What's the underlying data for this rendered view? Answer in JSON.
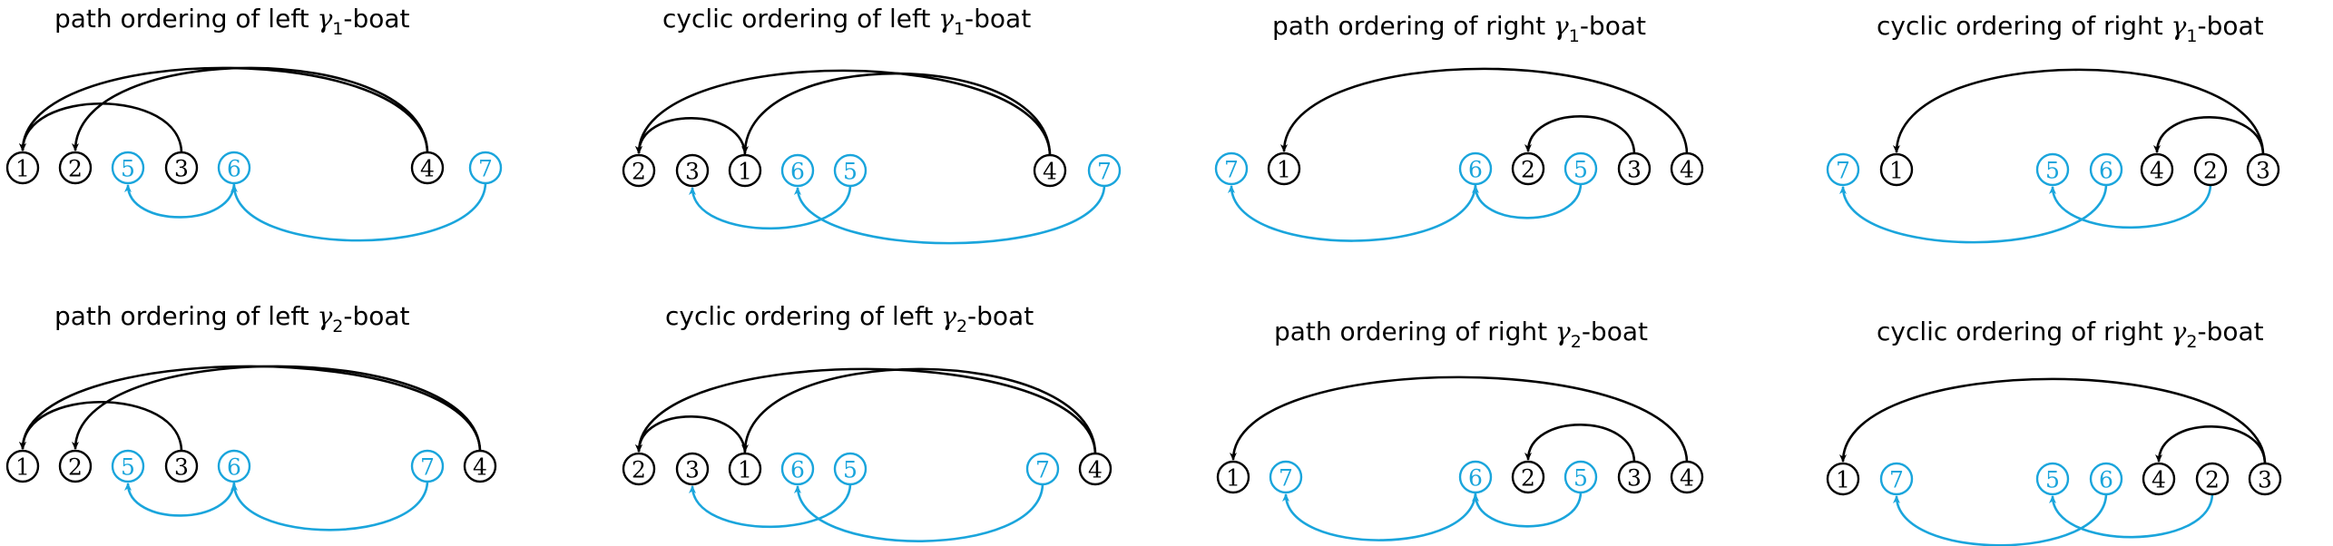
{
  "colors": {
    "black": "#000000",
    "blue": "#1aa5dc"
  },
  "panels": [
    {
      "title": {
        "prefix": "path ordering of left ",
        "greek": "γ",
        "sub": "1",
        "suffix": "-boat"
      },
      "nodes": [
        {
          "label": "1",
          "color": "black"
        },
        {
          "label": "2",
          "color": "black"
        },
        {
          "label": "5",
          "color": "blue"
        },
        {
          "label": "3",
          "color": "black"
        },
        {
          "label": "6",
          "color": "blue"
        },
        {
          "label": "4",
          "color": "black"
        },
        {
          "label": "7",
          "color": "blue"
        }
      ],
      "arcs": [
        {
          "from": "4",
          "to": "1",
          "side": "top",
          "color": "black"
        },
        {
          "from": "3",
          "to": "1",
          "side": "top",
          "color": "black"
        },
        {
          "from": "4",
          "to": "2",
          "side": "top",
          "color": "black"
        },
        {
          "from": "6",
          "to": "5",
          "side": "bottom",
          "color": "blue"
        },
        {
          "from": "7",
          "to": "6",
          "side": "bottom",
          "color": "blue"
        }
      ]
    },
    {
      "title": {
        "prefix": "cyclic ordering of left ",
        "greek": "γ",
        "sub": "1",
        "suffix": "-boat"
      },
      "nodes": [
        {
          "label": "2",
          "color": "black"
        },
        {
          "label": "3",
          "color": "black"
        },
        {
          "label": "1",
          "color": "black"
        },
        {
          "label": "6",
          "color": "blue"
        },
        {
          "label": "5",
          "color": "blue"
        },
        {
          "label": "4",
          "color": "black"
        },
        {
          "label": "7",
          "color": "blue"
        }
      ],
      "arcs": [
        {
          "from": "4",
          "to": "2",
          "side": "top",
          "color": "black"
        },
        {
          "from": "1",
          "to": "2",
          "side": "top",
          "color": "black"
        },
        {
          "from": "4",
          "to": "1",
          "side": "top",
          "color": "black"
        },
        {
          "from": "5",
          "to": "3",
          "side": "bottom",
          "color": "blue"
        },
        {
          "from": "7",
          "to": "6",
          "side": "bottom",
          "color": "blue"
        }
      ]
    },
    {
      "title": {
        "prefix": "path ordering of right ",
        "greek": "γ",
        "sub": "1",
        "suffix": "-boat"
      },
      "nodes": [
        {
          "label": "7",
          "color": "blue"
        },
        {
          "label": "1",
          "color": "black"
        },
        {
          "label": "6",
          "color": "blue"
        },
        {
          "label": "2",
          "color": "black"
        },
        {
          "label": "5",
          "color": "blue"
        },
        {
          "label": "3",
          "color": "black"
        },
        {
          "label": "4",
          "color": "black"
        }
      ],
      "arcs": [
        {
          "from": "4",
          "to": "1",
          "side": "top",
          "color": "black"
        },
        {
          "from": "3",
          "to": "2",
          "side": "top",
          "color": "black"
        },
        {
          "from": "6",
          "to": "7",
          "side": "bottom",
          "color": "blue"
        },
        {
          "from": "5",
          "to": "6",
          "side": "bottom",
          "color": "blue"
        }
      ]
    },
    {
      "title": {
        "prefix": "cyclic ordering of right ",
        "greek": "γ",
        "sub": "1",
        "suffix": "-boat"
      },
      "nodes": [
        {
          "label": "7",
          "color": "blue"
        },
        {
          "label": "1",
          "color": "black"
        },
        {
          "label": "5",
          "color": "blue"
        },
        {
          "label": "6",
          "color": "blue"
        },
        {
          "label": "4",
          "color": "black"
        },
        {
          "label": "2",
          "color": "black"
        },
        {
          "label": "3",
          "color": "black"
        }
      ],
      "arcs": [
        {
          "from": "3",
          "to": "1",
          "side": "top",
          "color": "black"
        },
        {
          "from": "3",
          "to": "4",
          "side": "top",
          "color": "black"
        },
        {
          "from": "6",
          "to": "7",
          "side": "bottom",
          "color": "blue"
        },
        {
          "from": "2",
          "to": "5",
          "side": "bottom",
          "color": "blue"
        }
      ]
    },
    {
      "title": {
        "prefix": "path ordering of left ",
        "greek": "γ",
        "sub": "2",
        "suffix": "-boat"
      },
      "nodes": [
        {
          "label": "1",
          "color": "black"
        },
        {
          "label": "2",
          "color": "black"
        },
        {
          "label": "5",
          "color": "blue"
        },
        {
          "label": "3",
          "color": "black"
        },
        {
          "label": "6",
          "color": "blue"
        },
        {
          "label": "7",
          "color": "blue"
        },
        {
          "label": "4",
          "color": "black"
        }
      ],
      "arcs": [
        {
          "from": "4",
          "to": "1",
          "side": "top",
          "color": "black"
        },
        {
          "from": "3",
          "to": "1",
          "side": "top",
          "color": "black"
        },
        {
          "from": "4",
          "to": "2",
          "side": "top",
          "color": "black"
        },
        {
          "from": "6",
          "to": "5",
          "side": "bottom",
          "color": "blue"
        },
        {
          "from": "7",
          "to": "6",
          "side": "bottom",
          "color": "blue"
        }
      ]
    },
    {
      "title": {
        "prefix": "cyclic ordering of left ",
        "greek": "γ",
        "sub": "2",
        "suffix": "-boat"
      },
      "nodes": [
        {
          "label": "2",
          "color": "black"
        },
        {
          "label": "3",
          "color": "black"
        },
        {
          "label": "1",
          "color": "black"
        },
        {
          "label": "6",
          "color": "blue"
        },
        {
          "label": "5",
          "color": "blue"
        },
        {
          "label": "7",
          "color": "blue"
        },
        {
          "label": "4",
          "color": "black"
        }
      ],
      "arcs": [
        {
          "from": "4",
          "to": "2",
          "side": "top",
          "color": "black"
        },
        {
          "from": "1",
          "to": "2",
          "side": "top",
          "color": "black"
        },
        {
          "from": "4",
          "to": "1",
          "side": "top",
          "color": "black"
        },
        {
          "from": "5",
          "to": "3",
          "side": "bottom",
          "color": "blue"
        },
        {
          "from": "7",
          "to": "6",
          "side": "bottom",
          "color": "blue"
        }
      ]
    },
    {
      "title": {
        "prefix": "path ordering of right ",
        "greek": "γ",
        "sub": "2",
        "suffix": "-boat"
      },
      "nodes": [
        {
          "label": "1",
          "color": "black"
        },
        {
          "label": "7",
          "color": "blue"
        },
        {
          "label": "6",
          "color": "blue"
        },
        {
          "label": "2",
          "color": "black"
        },
        {
          "label": "5",
          "color": "blue"
        },
        {
          "label": "3",
          "color": "black"
        },
        {
          "label": "4",
          "color": "black"
        }
      ],
      "arcs": [
        {
          "from": "4",
          "to": "1",
          "side": "top",
          "color": "black"
        },
        {
          "from": "3",
          "to": "2",
          "side": "top",
          "color": "black"
        },
        {
          "from": "6",
          "to": "7",
          "side": "bottom",
          "color": "blue"
        },
        {
          "from": "5",
          "to": "6",
          "side": "bottom",
          "color": "blue"
        }
      ]
    },
    {
      "title": {
        "prefix": "cyclic ordering of right ",
        "greek": "γ",
        "sub": "2",
        "suffix": "-boat"
      },
      "nodes": [
        {
          "label": "1",
          "color": "black"
        },
        {
          "label": "7",
          "color": "blue"
        },
        {
          "label": "5",
          "color": "blue"
        },
        {
          "label": "6",
          "color": "blue"
        },
        {
          "label": "4",
          "color": "black"
        },
        {
          "label": "2",
          "color": "black"
        },
        {
          "label": "3",
          "color": "black"
        }
      ],
      "arcs": [
        {
          "from": "3",
          "to": "1",
          "side": "top",
          "color": "black"
        },
        {
          "from": "3",
          "to": "4",
          "side": "top",
          "color": "black"
        },
        {
          "from": "6",
          "to": "7",
          "side": "bottom",
          "color": "blue"
        },
        {
          "from": "2",
          "to": "5",
          "side": "bottom",
          "color": "blue"
        }
      ]
    }
  ]
}
